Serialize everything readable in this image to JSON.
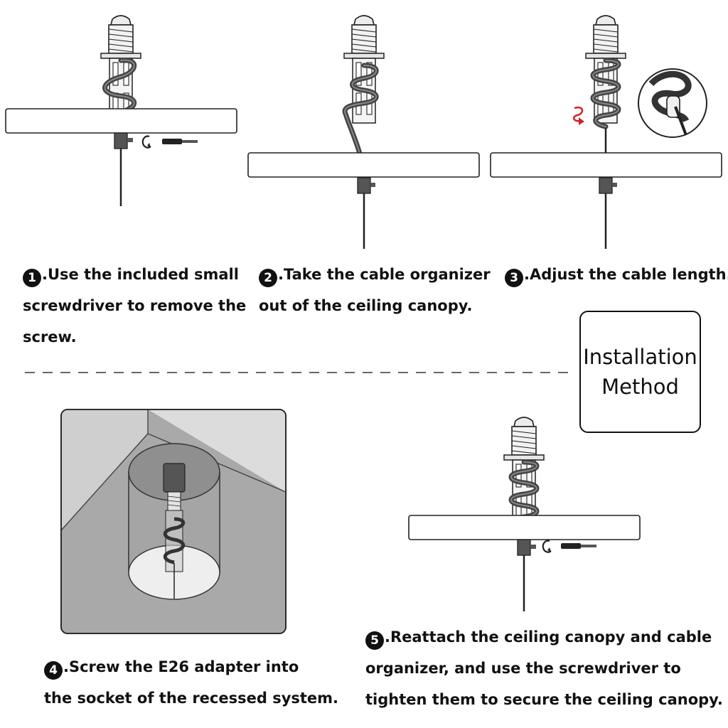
{
  "steps": [
    {
      "number": "1",
      "lines": [
        ".Use the included small",
        "screwdriver to remove the",
        "screw."
      ]
    },
    {
      "number": "2",
      "lines": [
        ".Take the cable organizer",
        "out of the ceiling canopy."
      ]
    },
    {
      "number": "3",
      "lines": [
        ".Adjust the cable length."
      ]
    },
    {
      "number": "4",
      "lines": [
        ".Screw the E26 adapter into",
        "the socket of the recessed system."
      ]
    },
    {
      "number": "5",
      "lines": [
        ".Reattach the ceiling canopy and cable",
        "organizer, and use the screwdriver to",
        "tighten them to secure the ceiling canopy."
      ]
    }
  ],
  "title": {
    "line1": "Installation",
    "line2": "Method"
  },
  "colors": {
    "ink": "#111111",
    "cable": "#555555",
    "arrow": "#d42020",
    "recess_floor": "#a9a9a9",
    "recess_wall": "#cfcfcf"
  }
}
